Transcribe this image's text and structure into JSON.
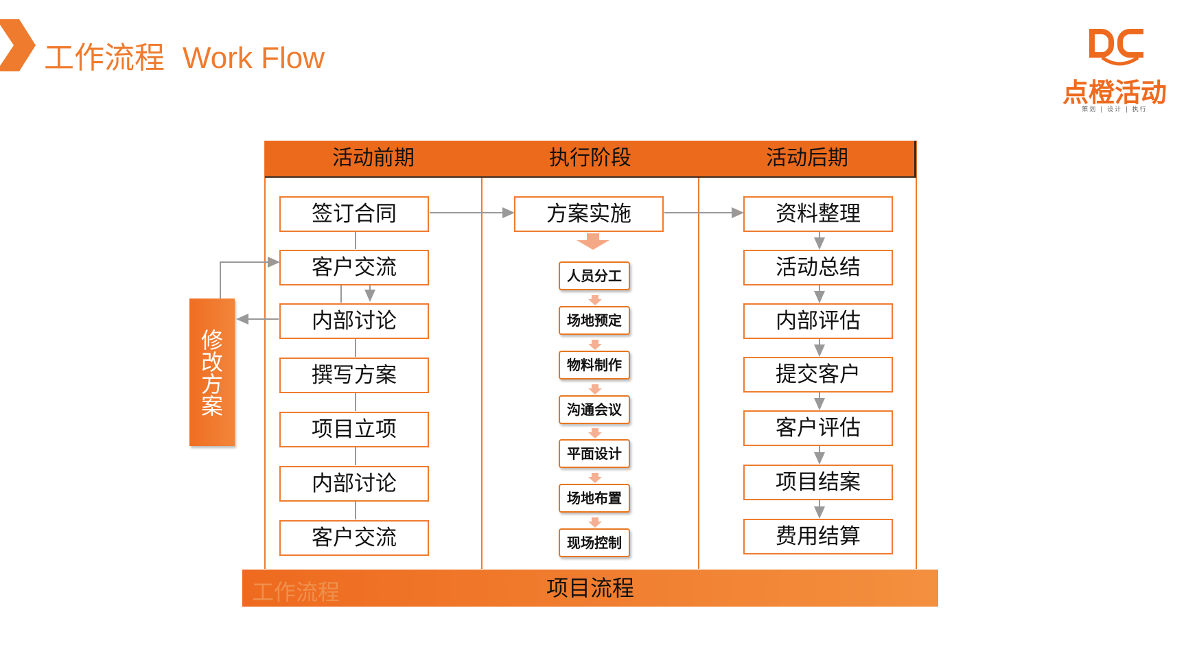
{
  "title": {
    "zh": "工作流程",
    "en": "Work Flow"
  },
  "logo": {
    "mark": "DC",
    "name": "点橙活动",
    "tagline": "策划 | 设计 | 执行"
  },
  "columns": [
    {
      "header": "活动前期",
      "steps": [
        "签订合同",
        "客户交流",
        "内部讨论",
        "撰写方案",
        "项目立项",
        "内部讨论",
        "客户交流"
      ]
    },
    {
      "header": "执行阶段",
      "lead": "方案实施",
      "steps": [
        "人员分工",
        "场地预定",
        "物料制作",
        "沟通会议",
        "平面设计",
        "场地布置",
        "现场控制"
      ]
    },
    {
      "header": "活动后期",
      "steps": [
        "资料整理",
        "活动总结",
        "内部评估",
        "提交客户",
        "客户评估",
        "项目结案",
        "费用结算"
      ]
    }
  ],
  "side": {
    "label": "修改方案",
    "chars": [
      "修",
      "改",
      "方",
      "案"
    ]
  },
  "footer": {
    "ghost": "工作流程",
    "label": "项目流程"
  },
  "colors": {
    "accent": "#eb6a1c",
    "arrow": "#999999",
    "light_arrow": "#f5a886"
  }
}
